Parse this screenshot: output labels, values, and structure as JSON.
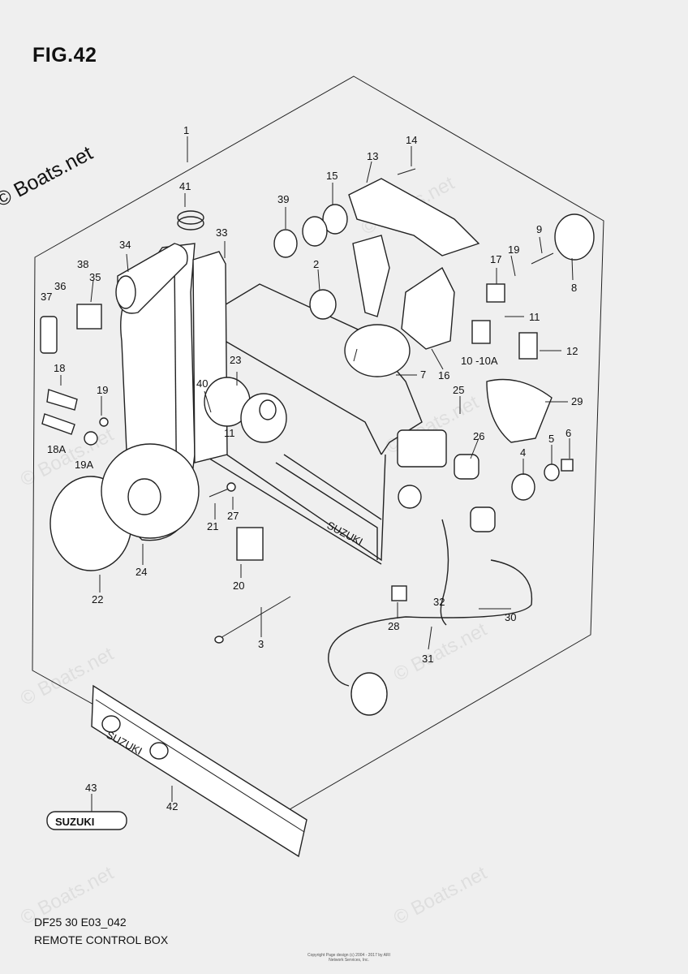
{
  "figure": {
    "title": "FIG.42",
    "code": "DF25 30 E03_042",
    "caption": "REMOTE CONTROL BOX"
  },
  "watermark": {
    "main": "© Boats.net",
    "faint": "© Boats.net"
  },
  "copyright": "Copyright\nPage design (c) 2004 - 2017 by ARI Network Services, Inc.",
  "parts": [
    {
      "id": "p1",
      "label": "1"
    },
    {
      "id": "p2",
      "label": "2"
    },
    {
      "id": "p3",
      "label": "3"
    },
    {
      "id": "p4",
      "label": "4"
    },
    {
      "id": "p5",
      "label": "5"
    },
    {
      "id": "p6",
      "label": "6"
    },
    {
      "id": "p7",
      "label": "7"
    },
    {
      "id": "p8",
      "label": "8"
    },
    {
      "id": "p9",
      "label": "9"
    },
    {
      "id": "p10",
      "label": "10 -10A"
    },
    {
      "id": "p11a",
      "label": "11"
    },
    {
      "id": "p11b",
      "label": "11"
    },
    {
      "id": "p12",
      "label": "12"
    },
    {
      "id": "p13",
      "label": "13"
    },
    {
      "id": "p14",
      "label": "14"
    },
    {
      "id": "p15",
      "label": "15"
    },
    {
      "id": "p16",
      "label": "16"
    },
    {
      "id": "p17",
      "label": "17"
    },
    {
      "id": "p18",
      "label": "18"
    },
    {
      "id": "p18a",
      "label": "18A"
    },
    {
      "id": "p19",
      "label": "19"
    },
    {
      "id": "p19b",
      "label": "19"
    },
    {
      "id": "p19a",
      "label": "19A"
    },
    {
      "id": "p20",
      "label": "20"
    },
    {
      "id": "p21",
      "label": "21"
    },
    {
      "id": "p22",
      "label": "22"
    },
    {
      "id": "p23",
      "label": "23"
    },
    {
      "id": "p24",
      "label": "24"
    },
    {
      "id": "p25",
      "label": "25"
    },
    {
      "id": "p26",
      "label": "26"
    },
    {
      "id": "p27",
      "label": "27"
    },
    {
      "id": "p28",
      "label": "28"
    },
    {
      "id": "p29",
      "label": "29"
    },
    {
      "id": "p30",
      "label": "30"
    },
    {
      "id": "p31",
      "label": "31"
    },
    {
      "id": "p32",
      "label": "32"
    },
    {
      "id": "p33",
      "label": "33"
    },
    {
      "id": "p34",
      "label": "34"
    },
    {
      "id": "p35",
      "label": "35"
    },
    {
      "id": "p36",
      "label": "36"
    },
    {
      "id": "p37",
      "label": "37"
    },
    {
      "id": "p38",
      "label": "38"
    },
    {
      "id": "p39",
      "label": "39"
    },
    {
      "id": "p40",
      "label": "40"
    },
    {
      "id": "p41",
      "label": "41"
    },
    {
      "id": "p42",
      "label": "42"
    },
    {
      "id": "p43",
      "label": "43"
    }
  ],
  "brand_marks": {
    "box": "SUZUKI",
    "plate": "SUZUKI",
    "emblem": "SUZUKI"
  }
}
